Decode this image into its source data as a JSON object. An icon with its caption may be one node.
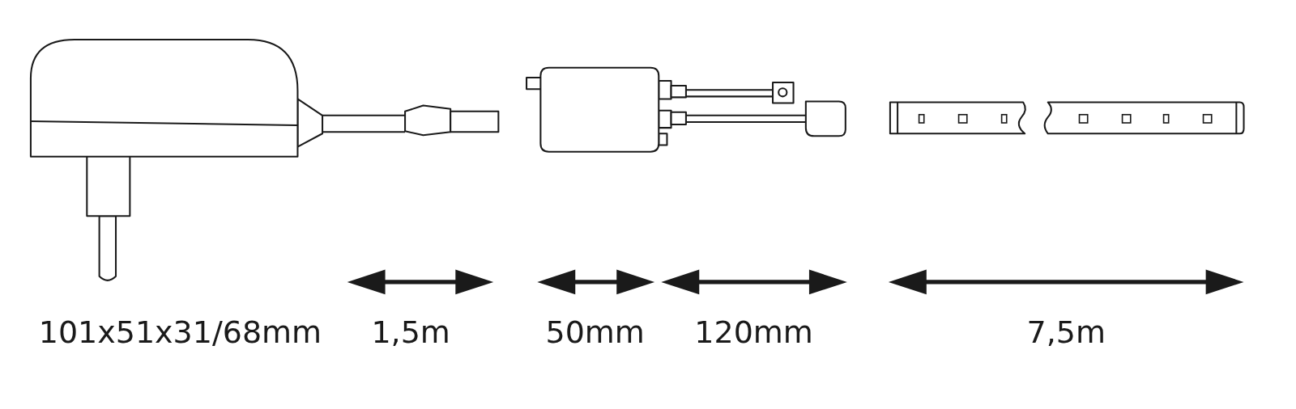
{
  "diagram": {
    "labels": [
      "101x51x31/68mm",
      "1,5m",
      "50mm",
      "120mm",
      "7,5m"
    ]
  }
}
